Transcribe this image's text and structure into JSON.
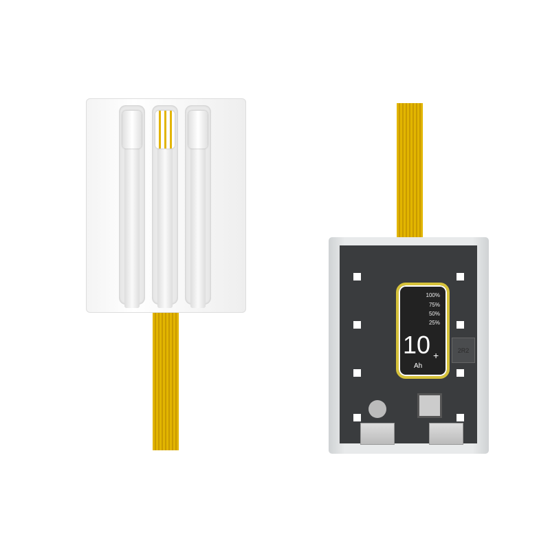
{
  "product": {
    "display": {
      "levels": [
        "100%",
        "75%",
        "50%",
        "25%"
      ],
      "capacity": "10",
      "capacity_plus": "+",
      "unit": "Ah"
    },
    "inductor_label": "2R2",
    "colors": {
      "ribbon": "#e2b500",
      "display_border": "#d6c23a",
      "pcb": "#3a3c3e"
    }
  }
}
